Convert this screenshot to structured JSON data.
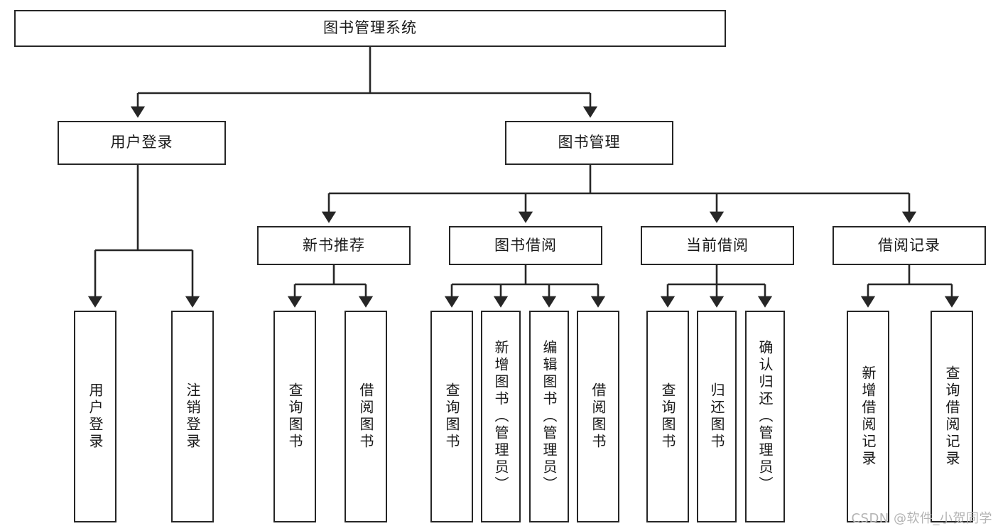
{
  "diagram": {
    "title": "图书管理系统",
    "type": "tree",
    "colors": {
      "stroke": "#262626",
      "fill": "#ffffff",
      "text": "#1a1a1a",
      "watermark": "#b4b4b4"
    },
    "root": {
      "label": "图书管理系统"
    },
    "level2": [
      {
        "label": "用户登录"
      },
      {
        "label": "图书管理"
      }
    ],
    "level3": [
      {
        "label": "新书推荐"
      },
      {
        "label": "图书借阅"
      },
      {
        "label": "当前借阅"
      },
      {
        "label": "借阅记录"
      }
    ],
    "leaves": {
      "user_login": [
        {
          "label": "用户登录"
        },
        {
          "label": "注销登录"
        }
      ],
      "new_book": [
        {
          "label": "查询图书"
        },
        {
          "label": "借阅图书"
        }
      ],
      "borrow_book": [
        {
          "label": "查询图书"
        },
        {
          "label": "新增图书（管理员）"
        },
        {
          "label": "编辑图书（管理员）"
        },
        {
          "label": "借阅图书"
        }
      ],
      "current_borrow": [
        {
          "label": "查询图书"
        },
        {
          "label": "归还图书"
        },
        {
          "label": "确认归还（管理员）"
        }
      ],
      "borrow_record": [
        {
          "label": "新增借阅记录"
        },
        {
          "label": "查询借阅记录"
        }
      ]
    },
    "watermark": "CSDN @软件_小贺同学"
  }
}
